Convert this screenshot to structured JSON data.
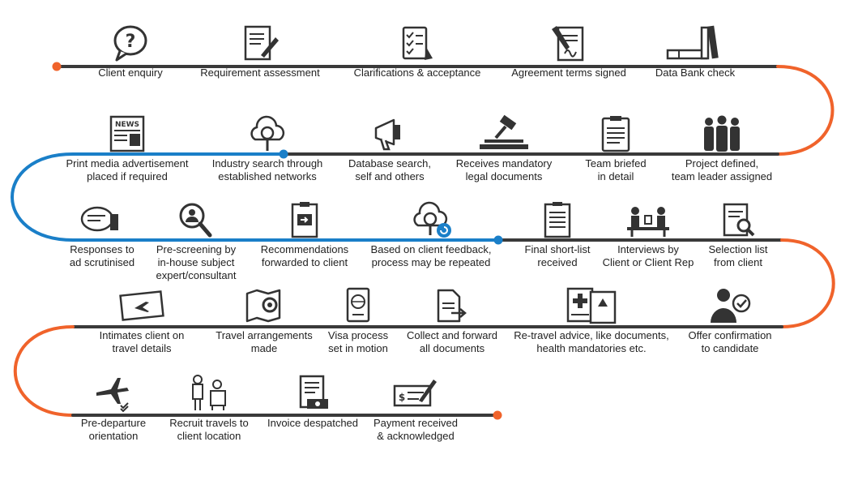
{
  "colors": {
    "track": "#3a3a3a",
    "orange": "#f0632b",
    "blue": "#1a7fc8",
    "icon": "#333333",
    "iconFill": "#ffffff"
  },
  "steps": [
    {
      "id": "client-enquiry",
      "label": "Client enquiry",
      "icon": "question-bubble-icon"
    },
    {
      "id": "requirement-assessment",
      "label": "Requirement assessment",
      "icon": "document-pen-icon"
    },
    {
      "id": "clarifications",
      "label": "Clarifications & acceptance",
      "icon": "checklist-icon"
    },
    {
      "id": "agreement",
      "label": "Agreement terms signed",
      "icon": "signed-document-icon"
    },
    {
      "id": "data-bank",
      "label": "Data Bank check",
      "icon": "books-icon"
    },
    {
      "id": "print-media",
      "label": "Print media advertisement\nplaced if required",
      "icon": "newspaper-icon"
    },
    {
      "id": "industry-search",
      "label": "Industry search through\nestablished networks",
      "icon": "cloud-search-icon"
    },
    {
      "id": "database-search",
      "label": "Database search,\nself and others",
      "icon": "megaphone-icon"
    },
    {
      "id": "legal-documents",
      "label": "Receives mandatory\nlegal documents",
      "icon": "gavel-icon"
    },
    {
      "id": "team-briefed",
      "label": "Team briefed\nin detail",
      "icon": "clipboard-icon"
    },
    {
      "id": "project-defined",
      "label": "Project defined,\nteam leader assigned",
      "icon": "team-icon"
    },
    {
      "id": "responses",
      "label": "Responses to\nad scrutinised",
      "icon": "hand-bubble-icon"
    },
    {
      "id": "pre-screening",
      "label": "Pre-screening by\nin-house subject\nexpert/consultant",
      "icon": "magnifier-person-icon"
    },
    {
      "id": "recommendations",
      "label": "Recommendations\nforwarded to client",
      "icon": "forward-clipboard-icon"
    },
    {
      "id": "client-feedback",
      "label": "Based on client feedback,\nprocess may be repeated",
      "icon": "cloud-refresh-icon"
    },
    {
      "id": "short-list",
      "label": "Final short-list\nreceived",
      "icon": "list-document-icon"
    },
    {
      "id": "interviews",
      "label": "Interviews by\nClient or Client Rep",
      "icon": "interview-icon"
    },
    {
      "id": "selection-list",
      "label": "Selection list\nfrom client",
      "icon": "document-search-icon"
    },
    {
      "id": "intimates-client",
      "label": "Intimates client on\ntravel details",
      "icon": "ticket-icon"
    },
    {
      "id": "travel-arrangements",
      "label": "Travel arrangements\nmade",
      "icon": "map-pin-icon"
    },
    {
      "id": "visa-process",
      "label": "Visa process\nset in motion",
      "icon": "passport-icon"
    },
    {
      "id": "collect-documents",
      "label": "Collect and forward\nall documents",
      "icon": "document-forward-icon"
    },
    {
      "id": "re-travel",
      "label": "Re-travel advice, like documents,\nhealth mandatories etc.",
      "icon": "medical-documents-icon"
    },
    {
      "id": "offer-confirmation",
      "label": "Offer confirmation\nto candidate",
      "icon": "person-check-icon"
    },
    {
      "id": "pre-departure",
      "label": "Pre-departure\norientation",
      "icon": "plane-check-icon"
    },
    {
      "id": "recruit-travels",
      "label": "Recruit travels to\nclient location",
      "icon": "traveller-icon"
    },
    {
      "id": "invoice",
      "label": "Invoice despatched",
      "icon": "invoice-icon"
    },
    {
      "id": "payment",
      "label": "Payment received\n& acknowledged",
      "icon": "cheque-icon"
    }
  ]
}
